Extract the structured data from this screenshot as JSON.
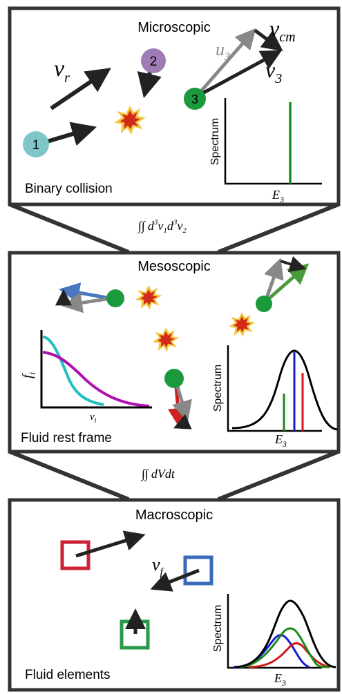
{
  "panels": {
    "micro": {
      "title": "Microscopic",
      "caption": "Binary collision",
      "particles": [
        "1",
        "2",
        "3"
      ],
      "vec_relative": "v",
      "vec_relative_sub": "r",
      "vec_cm": "v",
      "vec_cm_sub": "cm",
      "vec_u3": "u",
      "vec_u3_sub": "3",
      "vec_v3": "v",
      "vec_v3_sub": "3",
      "spectrum_ylabel": "Spectrum",
      "spectrum_xlabel": "E",
      "spectrum_xlabel_sub": "3"
    },
    "meso": {
      "title": "Mesoscopic",
      "caption": "Fluid rest frame",
      "dist_ylabel": "f",
      "dist_ylabel_sub": "i",
      "dist_xlabel": "v",
      "dist_xlabel_sub": "i",
      "spectrum_ylabel": "Spectrum",
      "spectrum_xlabel": "E",
      "spectrum_xlabel_sub": "3"
    },
    "macro": {
      "title": "Macroscopic",
      "caption": "Fluid elements",
      "vec_flow": "v",
      "vec_flow_sub": "f",
      "spectrum_ylabel": "Spectrum",
      "spectrum_xlabel": "E",
      "spectrum_xlabel_sub": "3"
    }
  },
  "integrals": {
    "upper": {
      "sign": "∫∫",
      "d1": "d",
      "p1": "3",
      "v1": "v",
      "s1": "1",
      "d2": "d",
      "p2": "3",
      "v2": "v",
      "s2": "2"
    },
    "lower": {
      "sign": "∫∫",
      "term": "dVdt"
    }
  },
  "colors": {
    "particle_1": "#7fc6c8",
    "particle_2": "#a07cb5",
    "particle_3": "#1a9a3c",
    "arrow_dark": "#222222",
    "arrow_gray": "#888888",
    "arrow_blue": "#4a78c0",
    "arrow_green": "#4a9a3c",
    "arrow_red": "#cc2222",
    "curve_cyan": "#1fbfbf",
    "curve_magenta": "#b010b0",
    "line_green": "#1a8a1a",
    "line_blue": "#1a1ad0",
    "line_red": "#d01a1a",
    "box_red": "#cc2233",
    "box_blue": "#3a6ab8",
    "box_green": "#2a9a4a",
    "explosion_outer": "#f2c53a",
    "explosion_inner": "#d42a1a"
  }
}
